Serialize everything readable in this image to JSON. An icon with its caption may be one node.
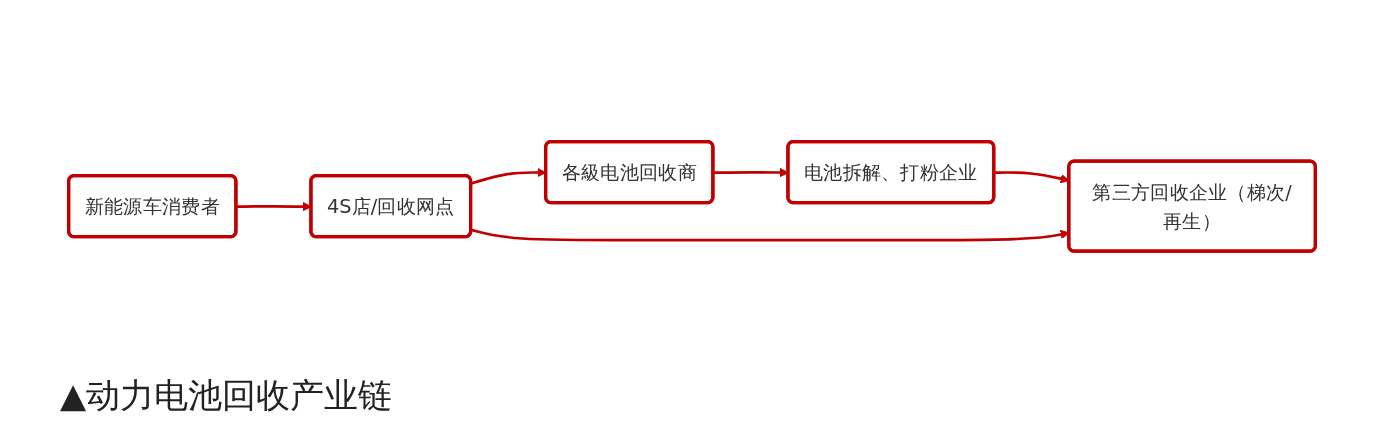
{
  "diagram": {
    "caption": "▲动力电池回收产业链",
    "nodes": [
      {
        "text": [
          "新能源车消费者"
        ]
      },
      {
        "text": [
          "4S店/回收网点"
        ]
      },
      {
        "text": [
          "各級电池回收商"
        ]
      },
      {
        "text": [
          "电池拆解、打粉企业"
        ]
      },
      {
        "text": [
          "第三方回收企业（梯次/再生）"
        ]
      }
    ],
    "edges": [
      {
        "from": 0,
        "to": 1,
        "arrow": "to"
      },
      {
        "from": 1,
        "to": 2,
        "arrow": "to"
      },
      {
        "from": 2,
        "to": 3,
        "arrow": "to"
      },
      {
        "from": 3,
        "to": 4,
        "arrow": "to"
      },
      {
        "from": 1,
        "to": 4,
        "arrow": "to"
      }
    ]
  }
}
